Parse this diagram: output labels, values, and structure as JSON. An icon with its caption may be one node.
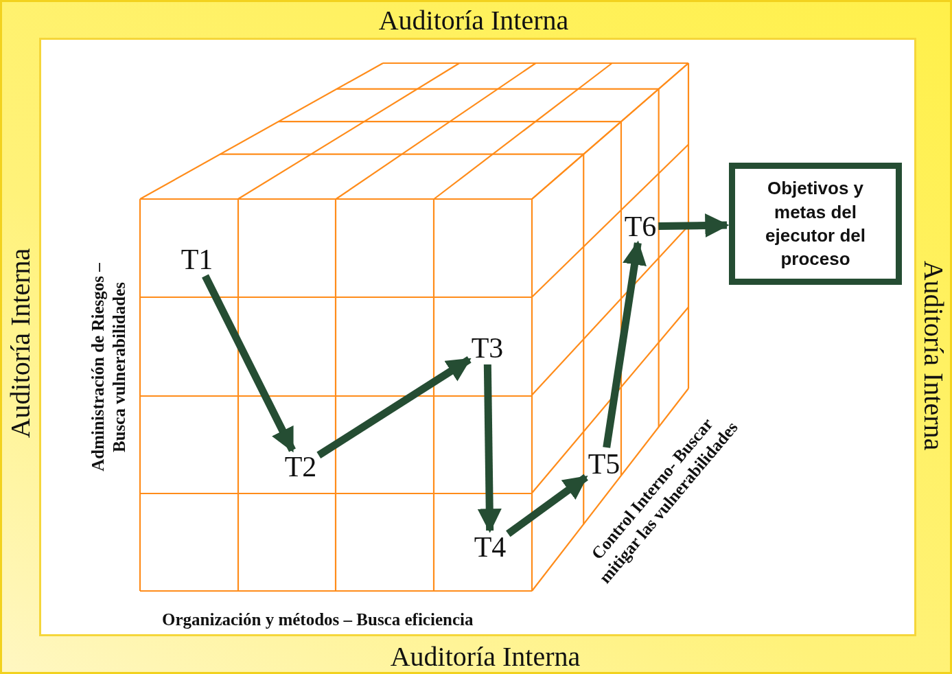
{
  "diagram": {
    "nodes": [
      {
        "text": [
          "T1"
        ]
      },
      {
        "text": [
          "T2"
        ]
      },
      {
        "text": [
          "T3"
        ]
      },
      {
        "text": [
          "T4"
        ]
      },
      {
        "text": [
          "T5"
        ]
      },
      {
        "text": [
          "T6"
        ]
      },
      {
        "text": [
          "Objetivos y metas del ejecutor del proceso"
        ]
      }
    ],
    "edges": [
      {
        "from": 0,
        "to": 1,
        "arrow": "to"
      },
      {
        "from": 1,
        "to": 2,
        "arrow": "to"
      },
      {
        "from": 2,
        "to": 3,
        "arrow": "to"
      },
      {
        "from": 3,
        "to": 4,
        "arrow": "to"
      },
      {
        "from": 4,
        "to": 5,
        "arrow": "to"
      },
      {
        "from": 5,
        "to": 6,
        "arrow": "to"
      }
    ],
    "labels": [
      "Auditoría Interna",
      "Auditoría Interna",
      "Administración de Riesgos – Busca vulnerabilidades",
      "Auditoría Interna",
      "Control Interno- Buscar mitigar las vulnerabilidades",
      "Organización y métodos – Busca eficiencia",
      "Auditoría Interna"
    ]
  }
}
